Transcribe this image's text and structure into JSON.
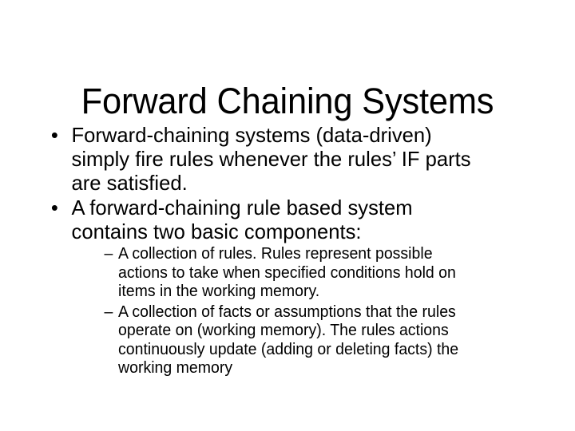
{
  "slide": {
    "background_color": "#ffffff",
    "text_color": "#000000",
    "title": "Forward Chaining Systems",
    "bullets": [
      {
        "marker": "•",
        "level": 1,
        "text": "Forward-chaining systems (data-driven)\nsimply fire rules whenever the rules’ IF parts\nare satisfied."
      },
      {
        "marker": "•",
        "level": 1,
        "text": "A forward-chaining rule based system\ncontains two basic components:"
      }
    ],
    "sub_bullets": [
      {
        "marker": "–",
        "level": 2,
        "text": "A collection of rules. Rules represent possible\nactions to take when specified conditions hold on\nitems in the working memory."
      },
      {
        "marker": "–",
        "level": 2,
        "text": "A collection of facts or assumptions that the rules\noperate on (working memory). The rules actions\ncontinuously update (adding or deleting facts) the\nworking memory"
      }
    ]
  }
}
